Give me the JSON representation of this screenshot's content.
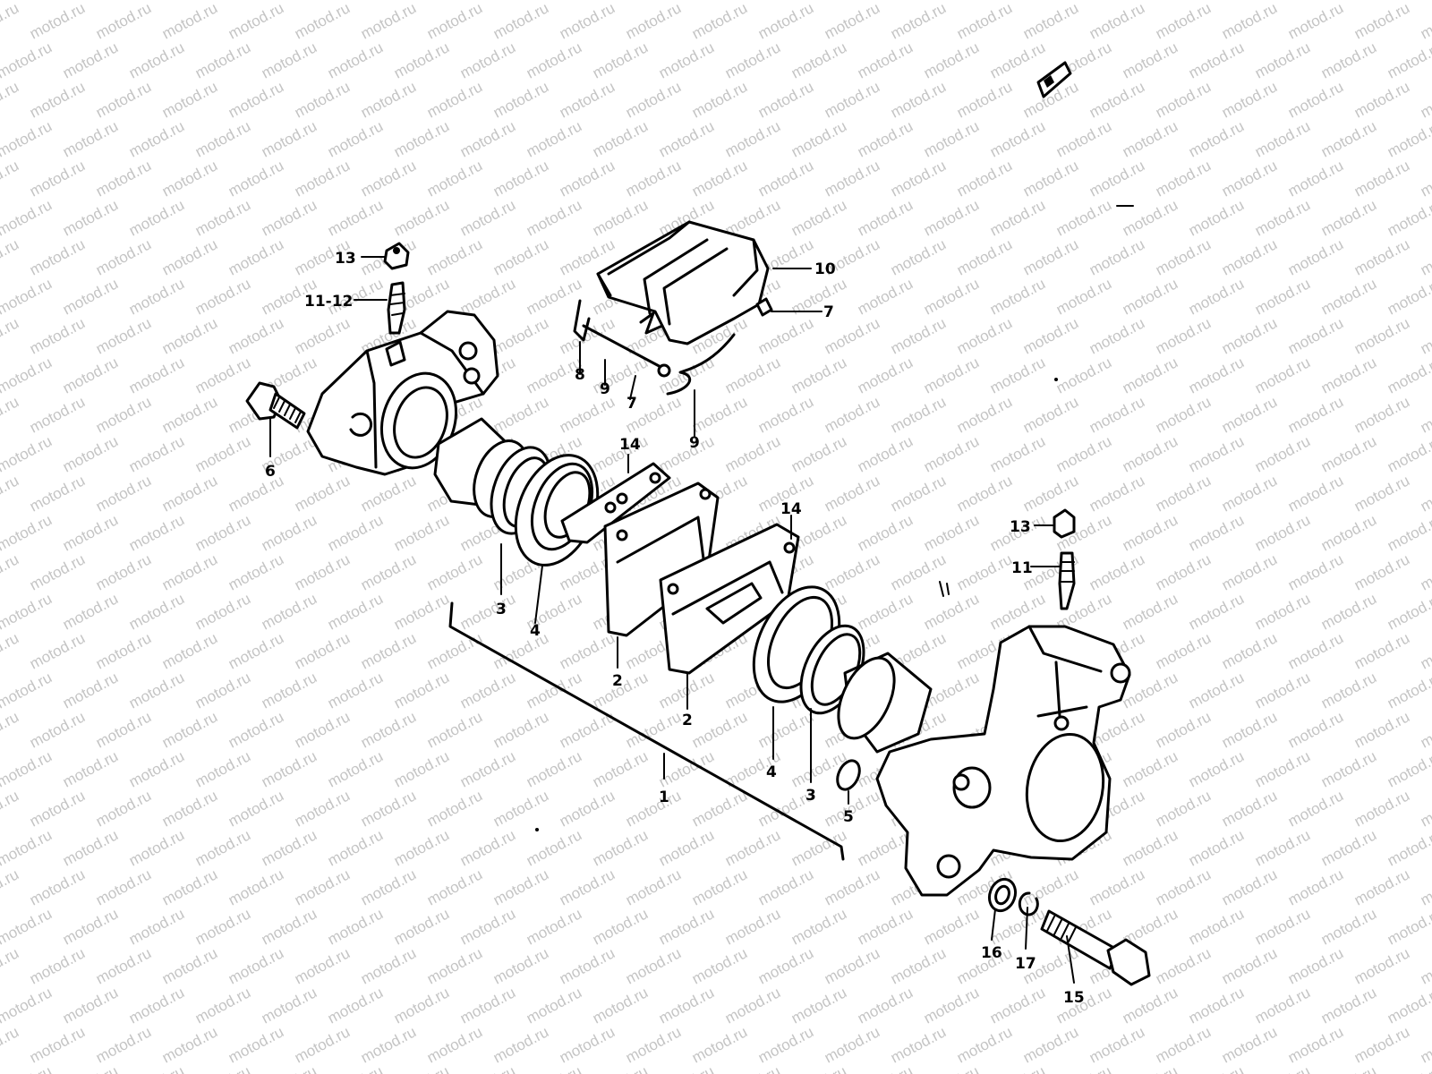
{
  "watermark": {
    "text": "motod.ru"
  },
  "colors": {
    "line": "#000000",
    "watermark": "#c4c4c4",
    "background": "#ffffff"
  },
  "callouts": {
    "c13a": "13",
    "c11_12": "11-12",
    "c6": "6",
    "c10": "10",
    "c7a": "7",
    "c8": "8",
    "c9a": "9",
    "c7b": "7",
    "c9b": "9",
    "c14a": "14",
    "c14b": "14",
    "c3a": "3",
    "c4a": "4",
    "c2a": "2",
    "c2b": "2",
    "c1": "1",
    "c4b": "4",
    "c3b": "3",
    "c5": "5",
    "c13b": "13",
    "c11": "11",
    "c16": "16",
    "c17": "17",
    "c15": "15"
  }
}
